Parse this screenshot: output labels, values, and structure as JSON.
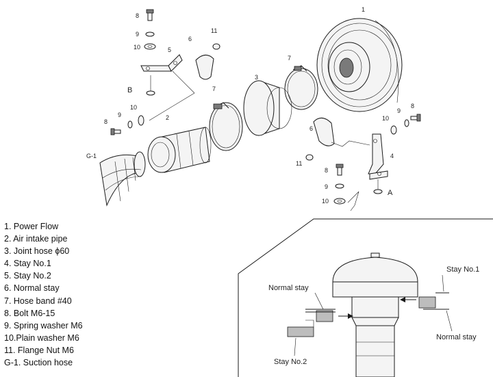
{
  "callouts": {
    "n1": "1",
    "n2": "2",
    "n3": "3",
    "n4": "4",
    "n5": "5",
    "n6a": "6",
    "n6b": "6",
    "n7a": "7",
    "n7b": "7",
    "n8a": "8",
    "n8b": "8",
    "n8c": "8",
    "n8d": "8",
    "n9a": "9",
    "n9b": "9",
    "n9c": "9",
    "n9d": "9",
    "n10a": "10",
    "n10b": "10",
    "n10c": "10",
    "n10d": "10",
    "n11a": "11",
    "n11b": "11",
    "g1": "G-1",
    "a": "A",
    "b": "B"
  },
  "legend": [
    "1. Power Flow",
    "2. Air intake pipe",
    "3. Joint hose ϕ60",
    "4. Stay No.1",
    "5. Stay No.2",
    "6. Normal stay",
    "7. Hose band #40",
    "8. Bolt M6-15",
    "9. Spring washer M6",
    "10.Plain washer M6",
    "11. Flange Nut M6",
    "G-1. Suction hose"
  ],
  "inset": {
    "normal_stay_left": "Normal stay",
    "stay_no1": "Stay No.1",
    "normal_stay_right": "Normal stay",
    "stay_no2": "Stay No.2"
  }
}
